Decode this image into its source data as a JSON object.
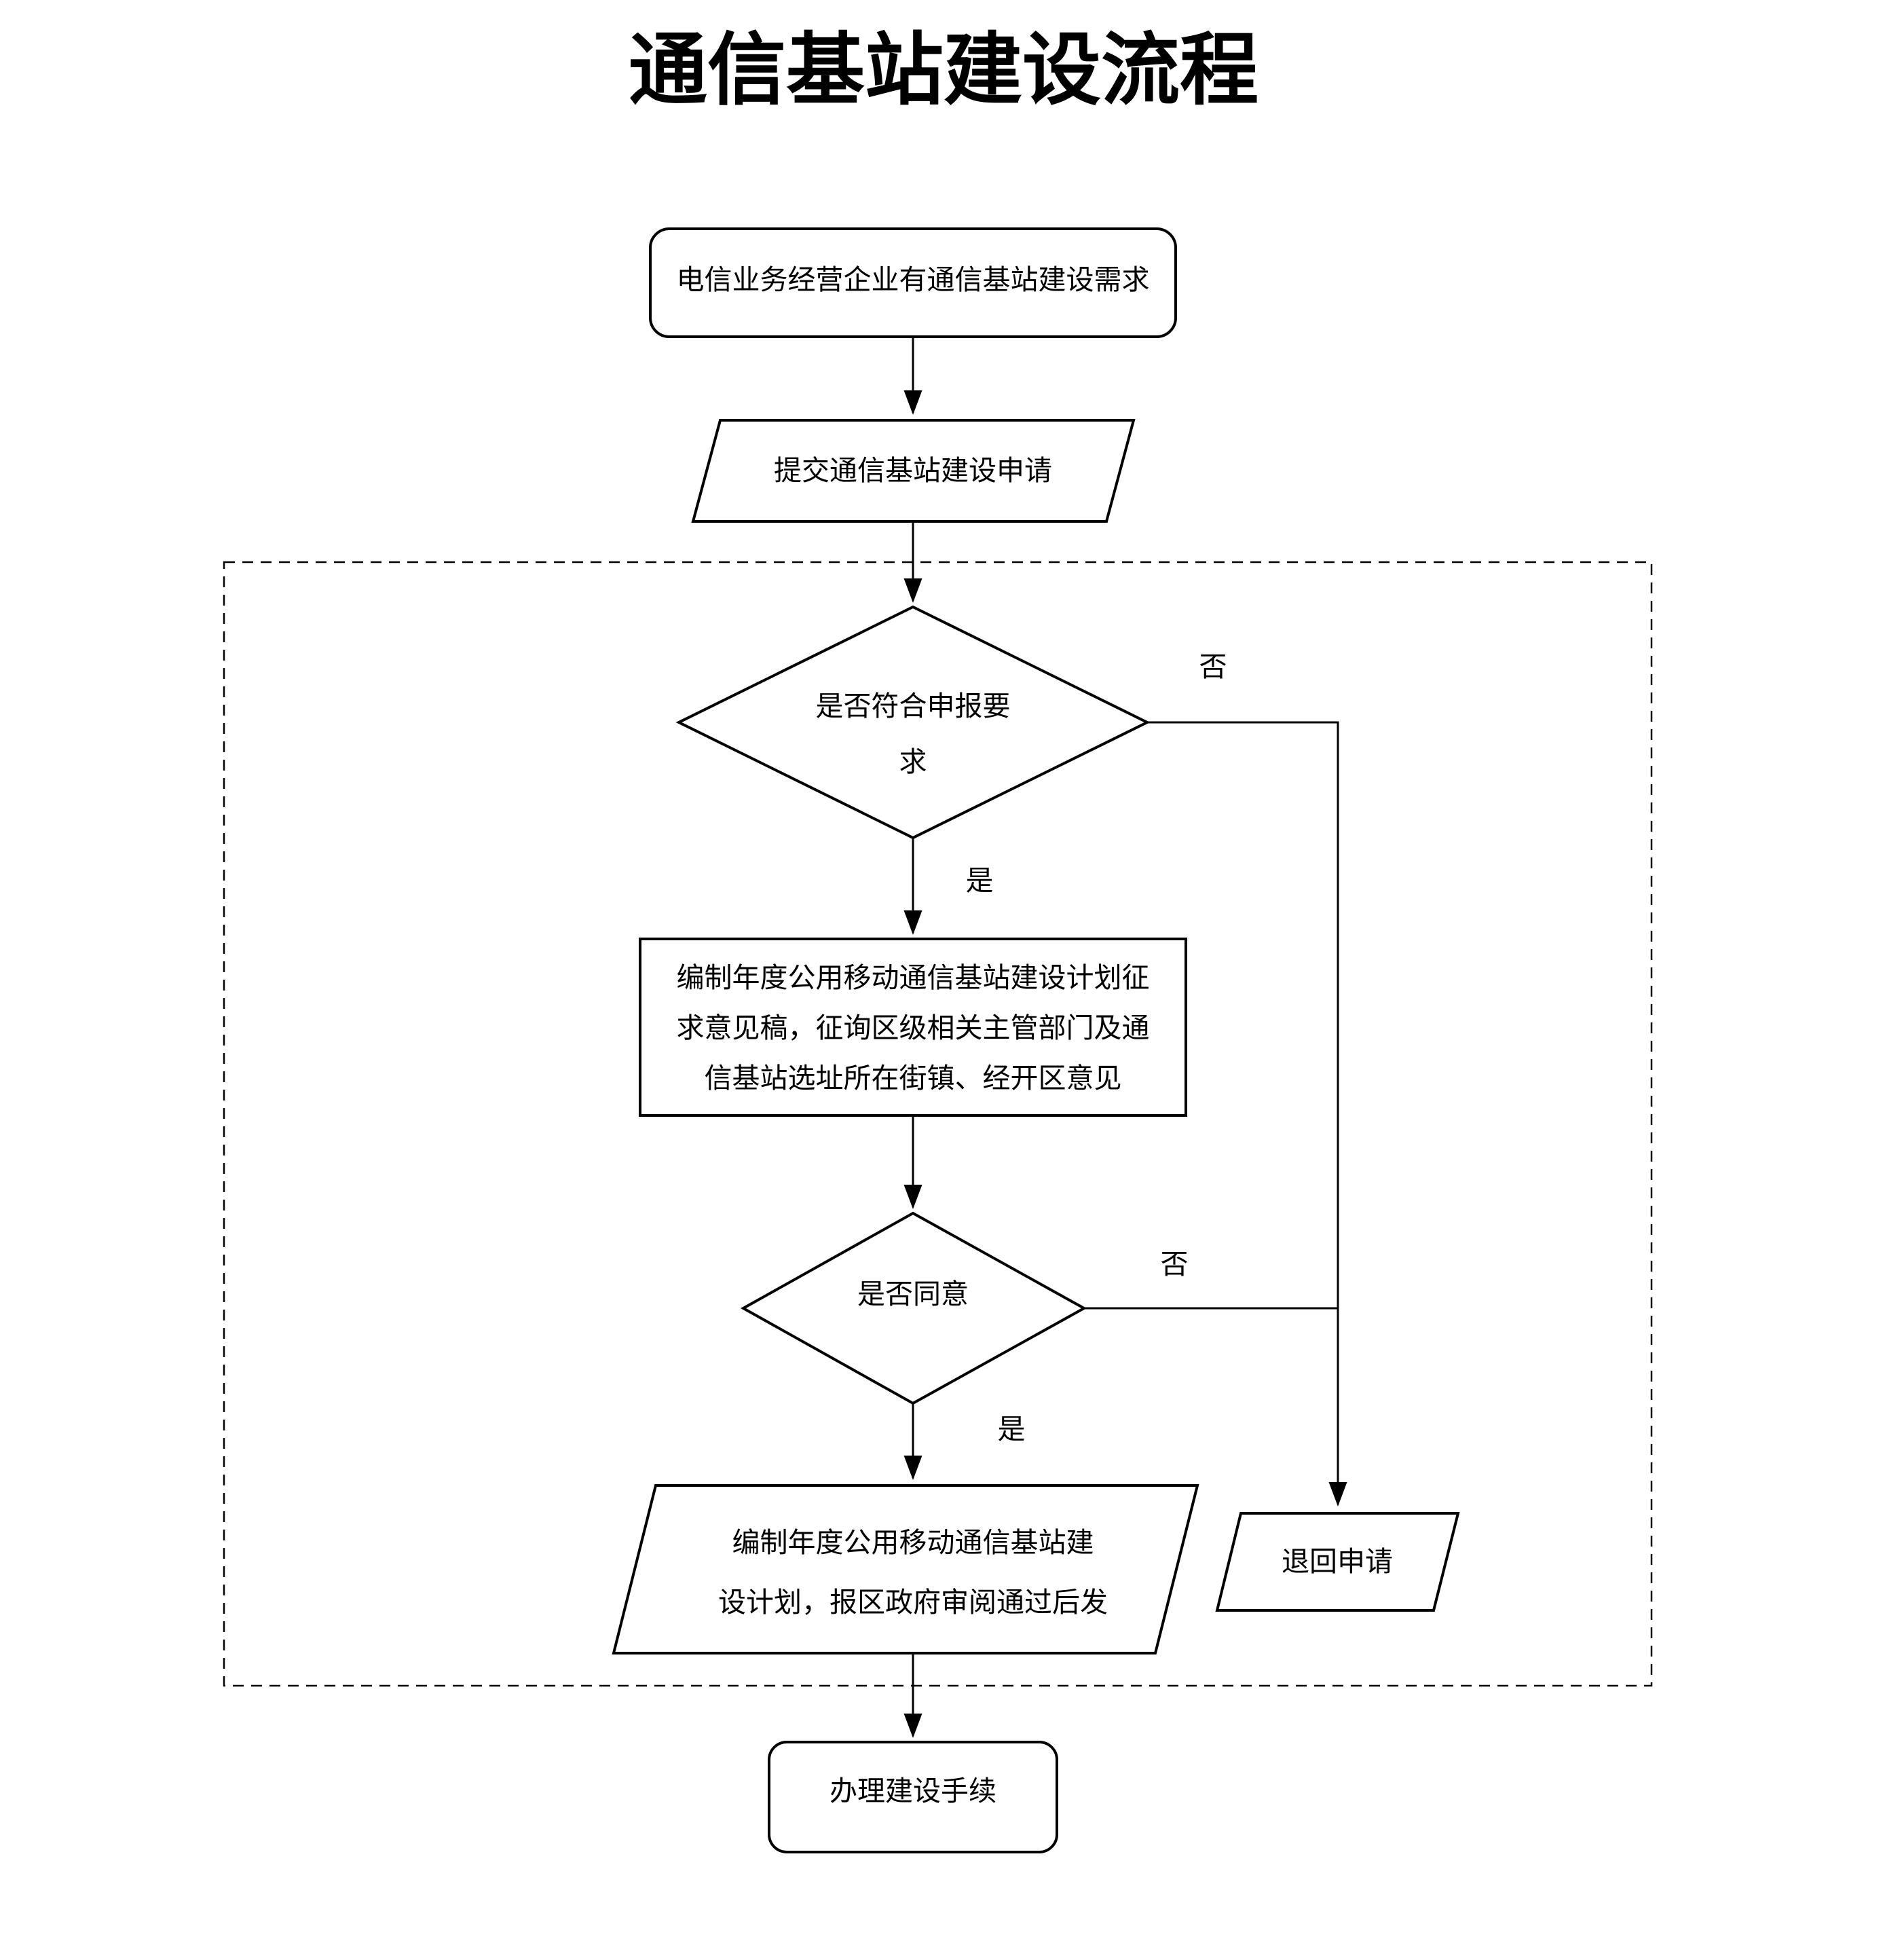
{
  "title": "通信基站建设流程",
  "flow": {
    "start": "电信业务经营企业有通信基站建设需求",
    "submit": "提交通信基站建设申请",
    "decision1": {
      "line1": "是否符合申报要",
      "line2": "求",
      "yes": "是",
      "no": "否"
    },
    "draft": {
      "line1": "编制年度公用移动通信基站建设计划征",
      "line2": "求意见稿，征询区级相关主管部门及通",
      "line3": "信基站选址所在街镇、经开区意见"
    },
    "decision2": {
      "label": "是否同意",
      "yes": "是",
      "no": "否"
    },
    "plan": {
      "line1": "编制年度公用移动通信基站建",
      "line2": "设计划，报区政府审阅通过后发"
    },
    "reject": "退回申请",
    "final": "办理建设手续"
  },
  "colors": {
    "stroke": "#000000",
    "background": "#ffffff"
  }
}
